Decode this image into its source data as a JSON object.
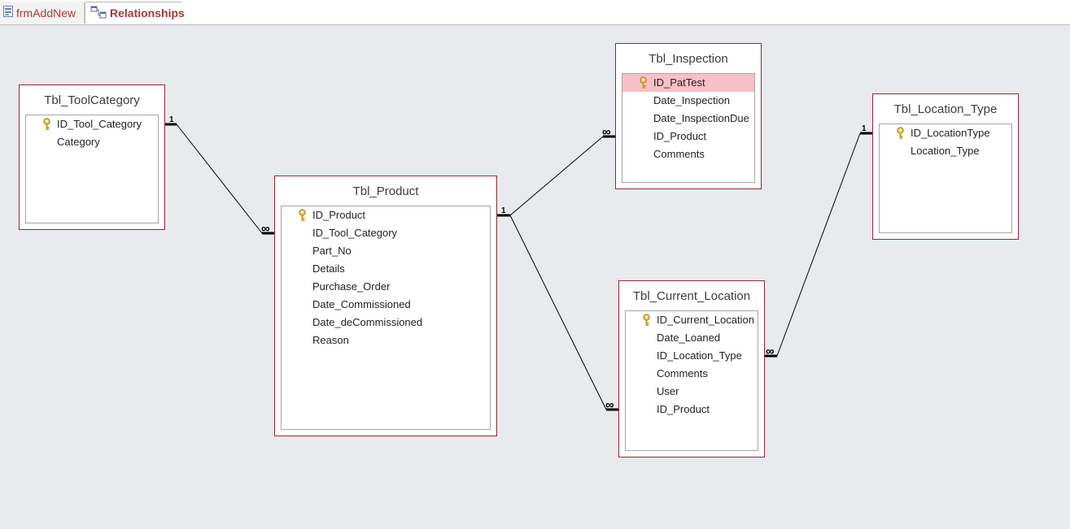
{
  "tabs": [
    {
      "label": "frmAddNew",
      "icon": "form-icon",
      "active": false
    },
    {
      "label": "Relationships",
      "icon": "relationships-icon",
      "active": true
    }
  ],
  "tables": {
    "tool_category": {
      "title": "Tbl_ToolCategory",
      "fields": [
        "ID_Tool_Category",
        "Category"
      ],
      "key_field": "ID_Tool_Category"
    },
    "product": {
      "title": "Tbl_Product",
      "fields": [
        "ID_Product",
        "ID_Tool_Category",
        "Part_No",
        "Details",
        "Purchase_Order",
        "Date_Commissioned",
        "Date_deCommissioned",
        "Reason"
      ],
      "key_field": "ID_Product"
    },
    "inspection": {
      "title": "Tbl_Inspection",
      "fields": [
        "ID_PatTest",
        "Date_Inspection",
        "Date_InspectionDue",
        "ID_Product",
        "Comments"
      ],
      "key_field": "ID_PatTest",
      "selected_field": "ID_PatTest"
    },
    "current_location": {
      "title": "Tbl_Current_Location",
      "fields": [
        "ID_Current_Location",
        "Date_Loaned",
        "ID_Location_Type",
        "Comments",
        "User",
        "ID_Product"
      ],
      "key_field": "ID_Current_Location"
    },
    "location_type": {
      "title": "Tbl_Location_Type",
      "fields": [
        "ID_LocationType",
        "Location_Type"
      ],
      "key_field": "ID_LocationType"
    }
  },
  "relationships": [
    {
      "from": "Tbl_ToolCategory",
      "to": "Tbl_Product",
      "one_label": "1",
      "many_label": "∞"
    },
    {
      "from": "Tbl_Product",
      "to": "Tbl_Inspection",
      "one_label": "1",
      "many_label": "∞"
    },
    {
      "from": "Tbl_Product",
      "to": "Tbl_Current_Location",
      "one_label": "1",
      "many_label": "∞"
    },
    {
      "from": "Tbl_Location_Type",
      "to": "Tbl_Current_Location",
      "one_label": "1",
      "many_label": "∞"
    }
  ],
  "colors": {
    "table_border": "#9b2335",
    "selected_field": "#f8c0c6",
    "tab_text": "#a4373a",
    "canvas_bg": "#e8eaed",
    "key_icon": "#d4a017"
  }
}
